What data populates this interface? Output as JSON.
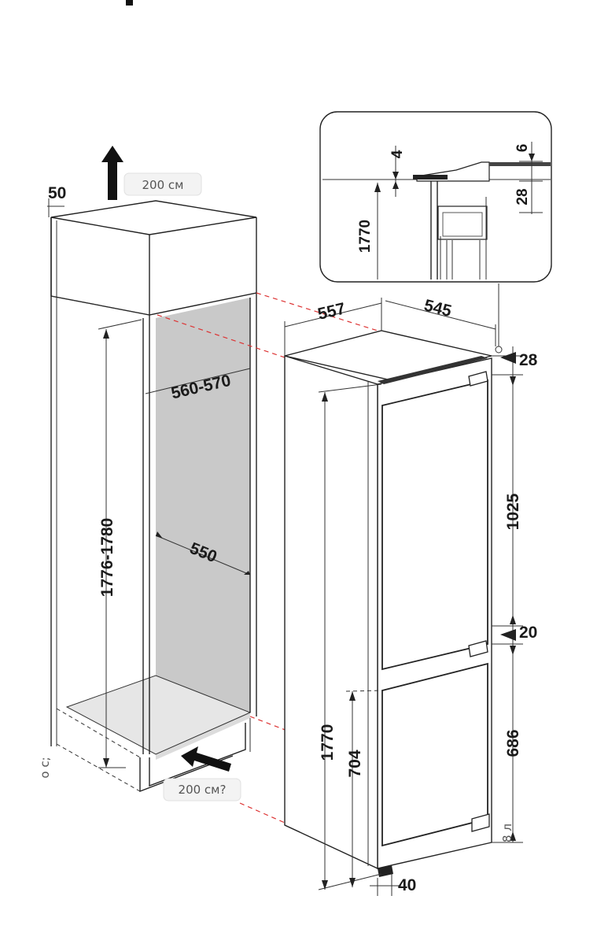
{
  "cabinet": {
    "top_offset": "50",
    "niche_depth": "560-570",
    "niche_width": "550",
    "niche_height": "1776-1780"
  },
  "fridge": {
    "depth": "557",
    "width": "545",
    "top_gap": "28",
    "upper_door": "1025",
    "door_gap": "20",
    "lower_door": "686",
    "height": "1770",
    "lower_height": "704",
    "toe": "40"
  },
  "detail": {
    "gap_4": "4",
    "gap_6": "6",
    "gap_28": "28",
    "height": "1770"
  },
  "annotations": {
    "top_ventilation": "200 см",
    "bottom_ventilation": "200 см?",
    "left_side_note": "o c;",
    "right_side_note": "8 л"
  }
}
